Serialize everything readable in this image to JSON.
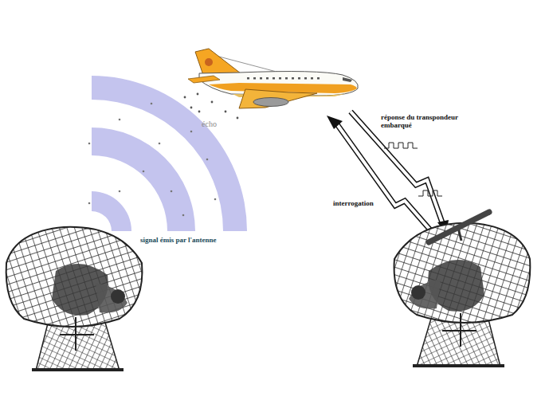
{
  "diagram": {
    "labels": [
      "réponse du transpondeur embarqué",
      "écho",
      "interrogation",
      "signal émis par l'antenne"
    ]
  }
}
